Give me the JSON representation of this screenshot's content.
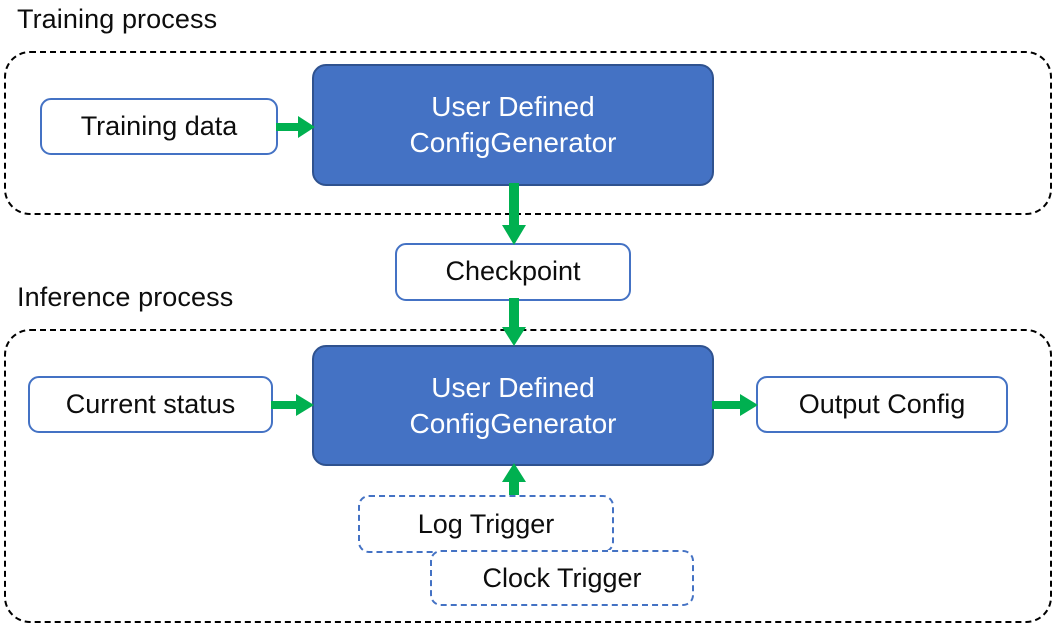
{
  "diagram": {
    "title_training": "Training process",
    "title_inference": "Inference process",
    "colors": {
      "accent_blue": "#4472C4",
      "blue_border": "#2F528F",
      "arrow_green": "#00B050",
      "container_dash": "#000000",
      "text_dark": "#0D0D0D",
      "text_light": "#FFFFFF"
    },
    "training": {
      "input_box": "Training data",
      "process_line1": "User Defined",
      "process_line2": "ConfigGenerator"
    },
    "bridge": {
      "checkpoint": "Checkpoint"
    },
    "inference": {
      "input_box": "Current status",
      "process_line1": "User Defined",
      "process_line2": "ConfigGenerator",
      "output_box": "Output Config",
      "triggers": [
        {
          "label": "Log Trigger"
        },
        {
          "label": "Clock Trigger"
        }
      ]
    },
    "arrows": [
      {
        "name": "training-data-to-generator",
        "direction": "right"
      },
      {
        "name": "generator-to-checkpoint",
        "direction": "down"
      },
      {
        "name": "checkpoint-to-generator",
        "direction": "down"
      },
      {
        "name": "current-status-to-generator",
        "direction": "right"
      },
      {
        "name": "generator-to-output-config",
        "direction": "right"
      },
      {
        "name": "triggers-to-generator",
        "direction": "up"
      }
    ]
  }
}
